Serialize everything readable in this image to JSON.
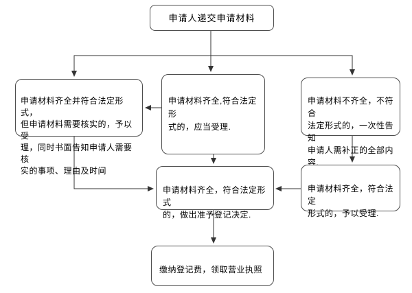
{
  "colors": {
    "background": "#ffffff",
    "line": "#333333",
    "node_border": "#4d4d4d",
    "text": "#000000"
  },
  "nodes": {
    "start": {
      "label": "申请人递交申请材料"
    },
    "verify": {
      "label": "申请材料齐全并符合法定形式，\n但申请材料需要核实的，予以受\n理，同时书面告知申请人需要核\n实的事项、理由及时间"
    },
    "accept": {
      "label": "申请材料齐全,符合法定形\n式的，应当受理."
    },
    "incomplete": {
      "label": "申请材料不齐全，不符合\n法定形式的，一次性告知\n申请人需补正的全部内\n容."
    },
    "decision": {
      "label": "申请材料齐全，符合法定形式\n的，做出准予登记决定."
    },
    "accept2": {
      "label": "申请材料齐全，符合法定\n形式的，予以受理."
    },
    "license": {
      "label": "缴纳登记费，领取营业执照"
    }
  }
}
